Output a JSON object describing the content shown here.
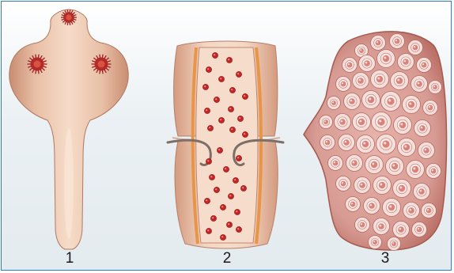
{
  "labels": {
    "one": "1",
    "two": "2",
    "three": "3"
  },
  "colors": {
    "border": "#2f7dc4",
    "tissue_light": "#f1d3bf",
    "tissue_mid": "#dcaa90",
    "tissue_dark": "#b77059",
    "red_dot": "#c22525",
    "orange_wall": "#e89548",
    "capsule_fill": "#d7a39a"
  }
}
